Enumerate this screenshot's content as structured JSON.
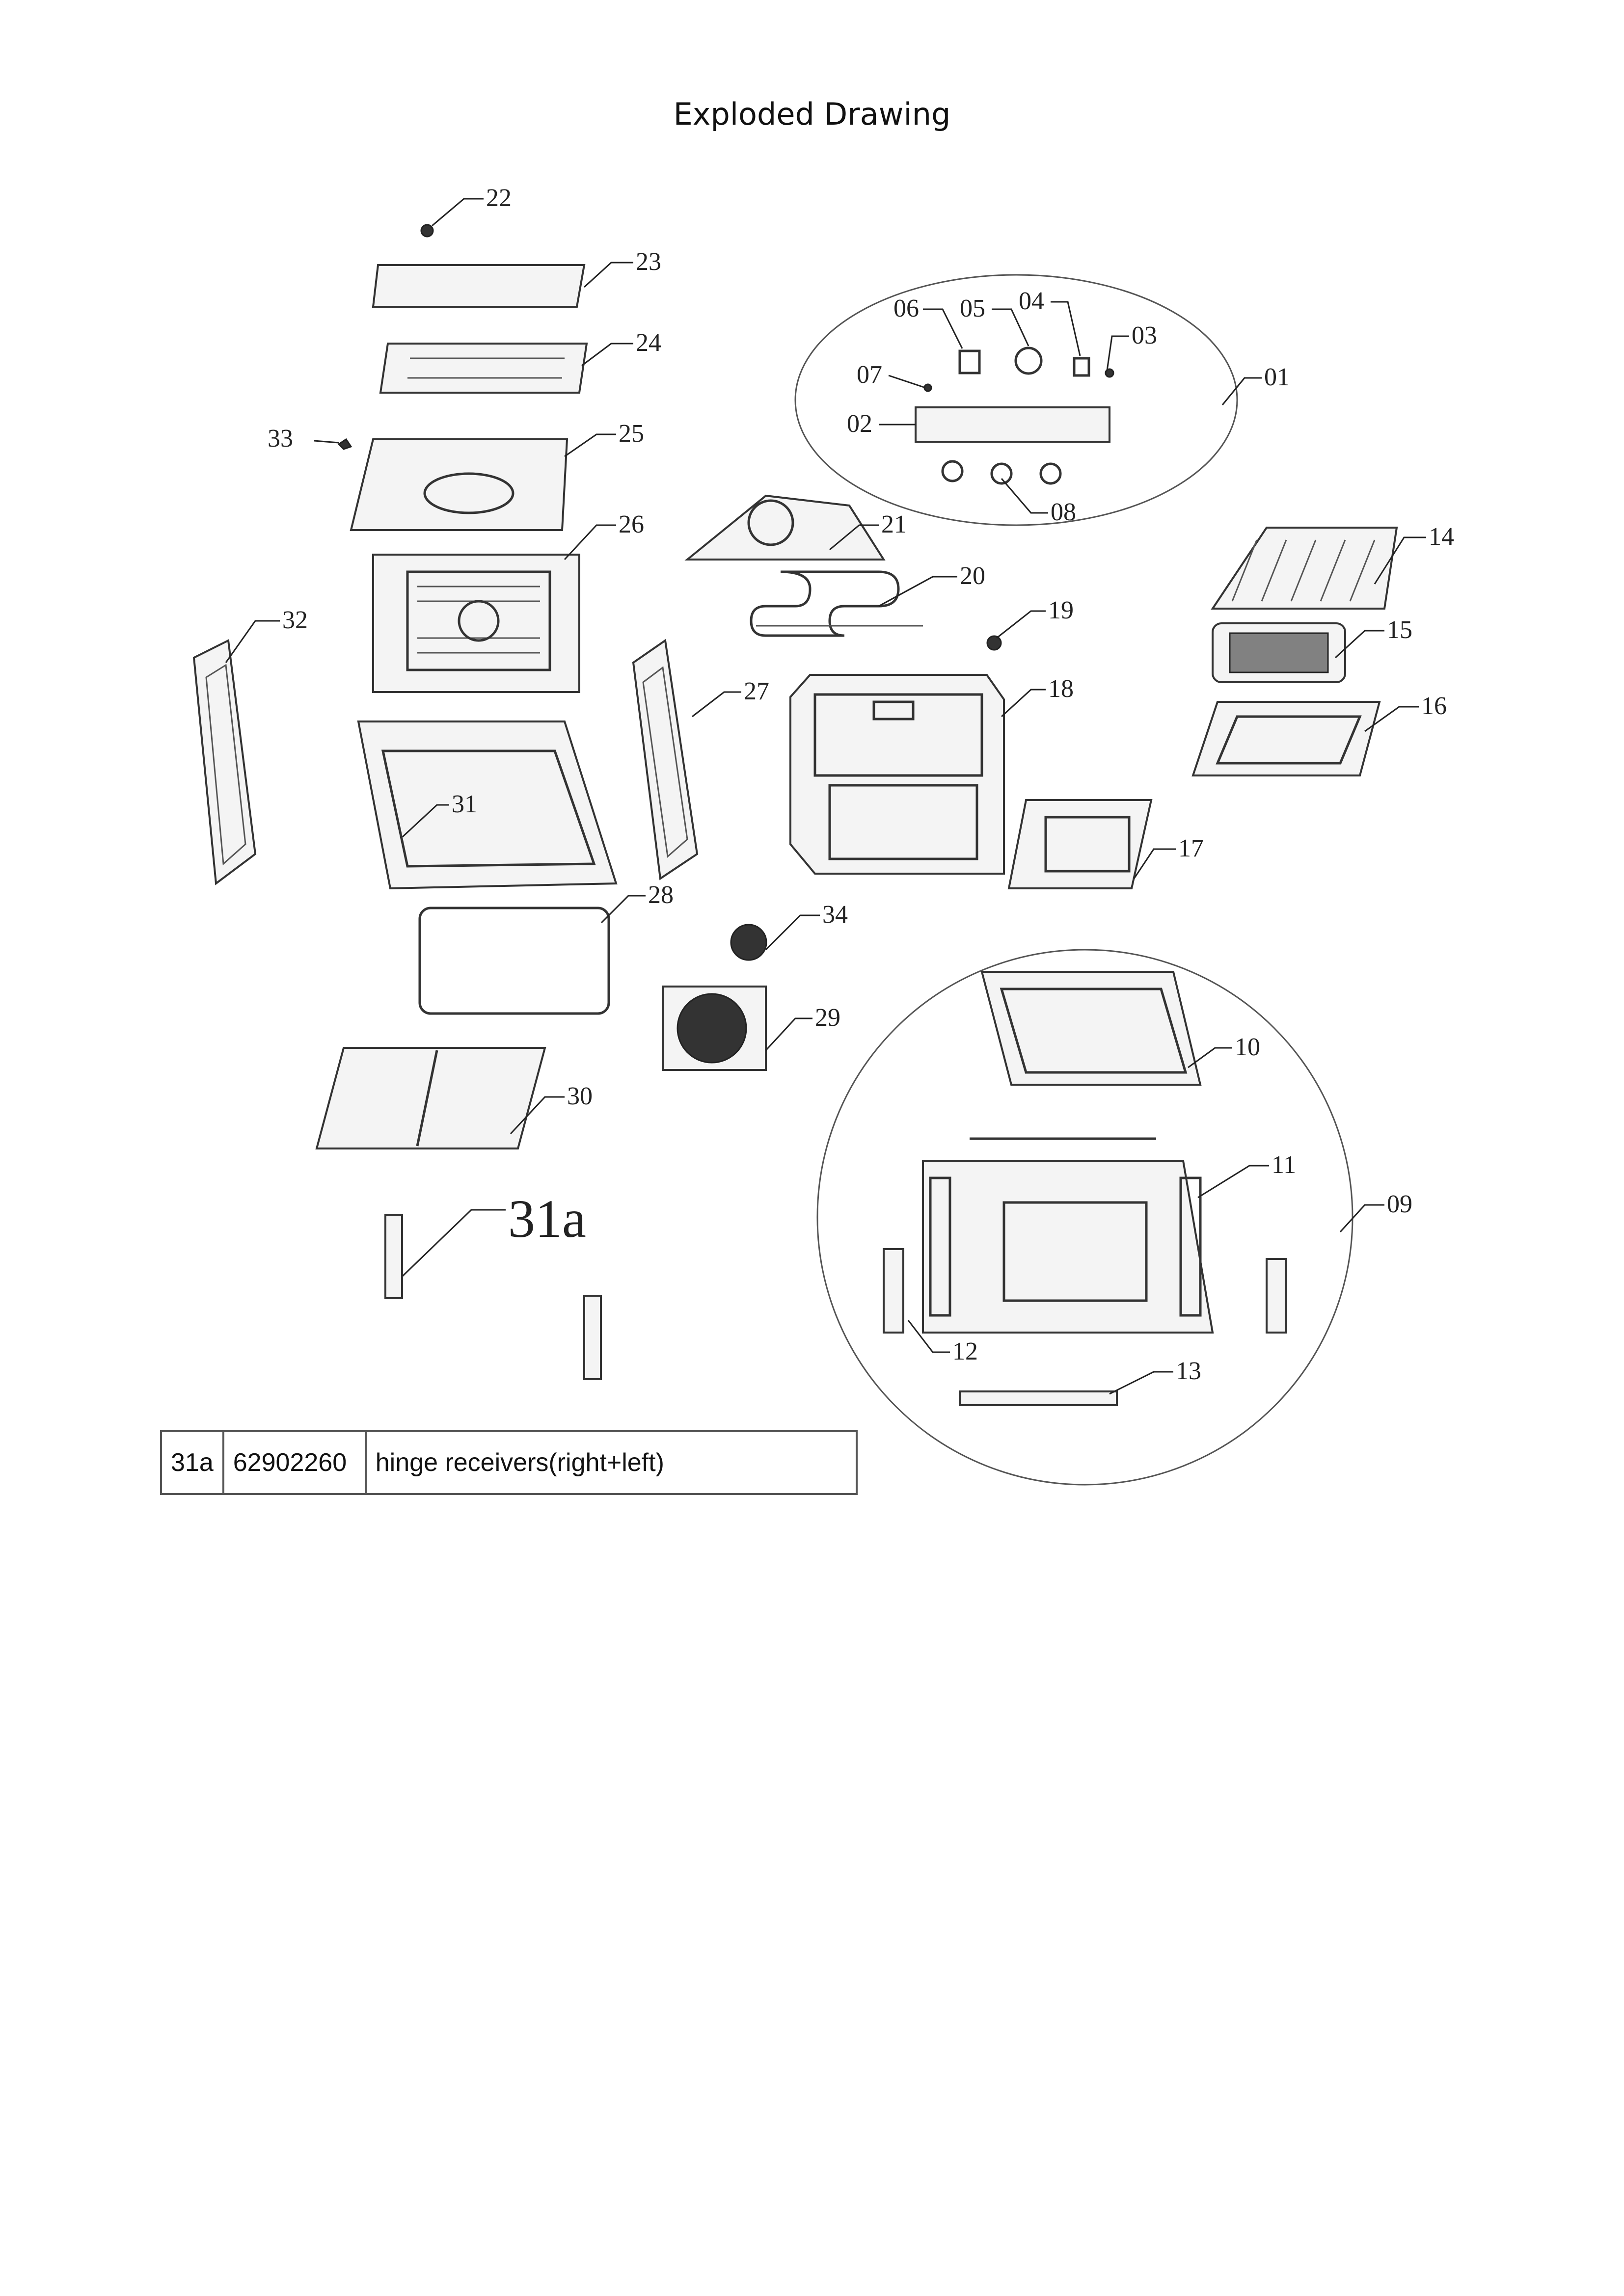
{
  "title": "Exploded Drawing",
  "callouts": [
    "01",
    "02",
    "03",
    "04",
    "05",
    "06",
    "07",
    "08",
    "09",
    "10",
    "11",
    "12",
    "13",
    "14",
    "15",
    "16",
    "17",
    "18",
    "19",
    "20",
    "21",
    "22",
    "23",
    "24",
    "25",
    "26",
    "27",
    "28",
    "29",
    "30",
    "31",
    "32",
    "33",
    "34",
    "31a"
  ],
  "table": {
    "rows": [
      {
        "item": "31a",
        "part_no": "62902260",
        "description": "hinge receivers(right+left)"
      }
    ]
  }
}
